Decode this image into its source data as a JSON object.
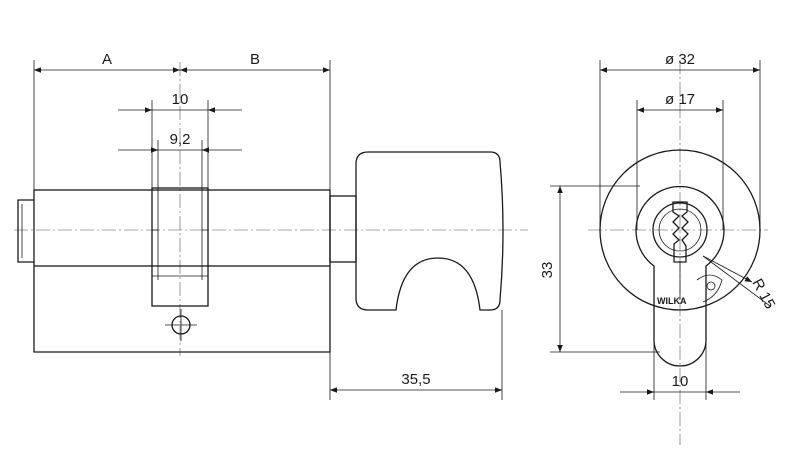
{
  "dimensions": {
    "a": "A",
    "b": "B",
    "w10": "10",
    "w92": "9,2",
    "knob_len": "35,5",
    "dia32": "ø 32",
    "dia17": "ø 17",
    "h33": "33",
    "r15": "R 15",
    "w10_front": "10"
  },
  "brand": "WILKA"
}
